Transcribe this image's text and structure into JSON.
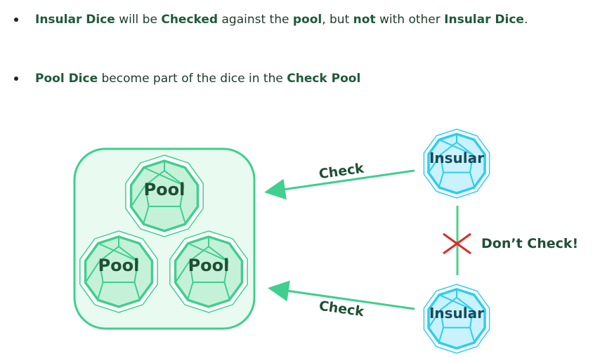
{
  "bullets": [
    {
      "parts": [
        {
          "text": "Insular Dice",
          "bold": true
        },
        {
          "text": " will be ",
          "bold": false
        },
        {
          "text": "Checked",
          "bold": true
        },
        {
          "text": " against the ",
          "bold": false
        },
        {
          "text": "pool",
          "bold": true
        },
        {
          "text": ", but ",
          "bold": false
        },
        {
          "text": "not",
          "bold": true
        },
        {
          "text": " with other ",
          "bold": false
        },
        {
          "text": "Insular Dice",
          "bold": true
        },
        {
          "text": ".",
          "bold": false
        }
      ]
    },
    {
      "parts": [
        {
          "text": "Pool Dice",
          "bold": true
        },
        {
          "text": " become part of the dice in the ",
          "bold": false
        },
        {
          "text": "Check Pool",
          "bold": true
        }
      ]
    }
  ],
  "diagram": {
    "pool_dice": [
      "Pool",
      "Pool",
      "Pool"
    ],
    "insular_dice": [
      "Insular",
      "Insular"
    ],
    "check_label_top": "Check",
    "check_label_bottom": "Check",
    "dont_check_label": "Don’t Check!",
    "colors": {
      "green": "#3fcf8e",
      "green_fill": "#e9fbf1",
      "cyan": "#2fcdf0",
      "cyan_fill": "#c9f2fd",
      "red": "#d92b2b",
      "text_green": "#1f4f35",
      "text_teal": "#164a5c"
    }
  }
}
